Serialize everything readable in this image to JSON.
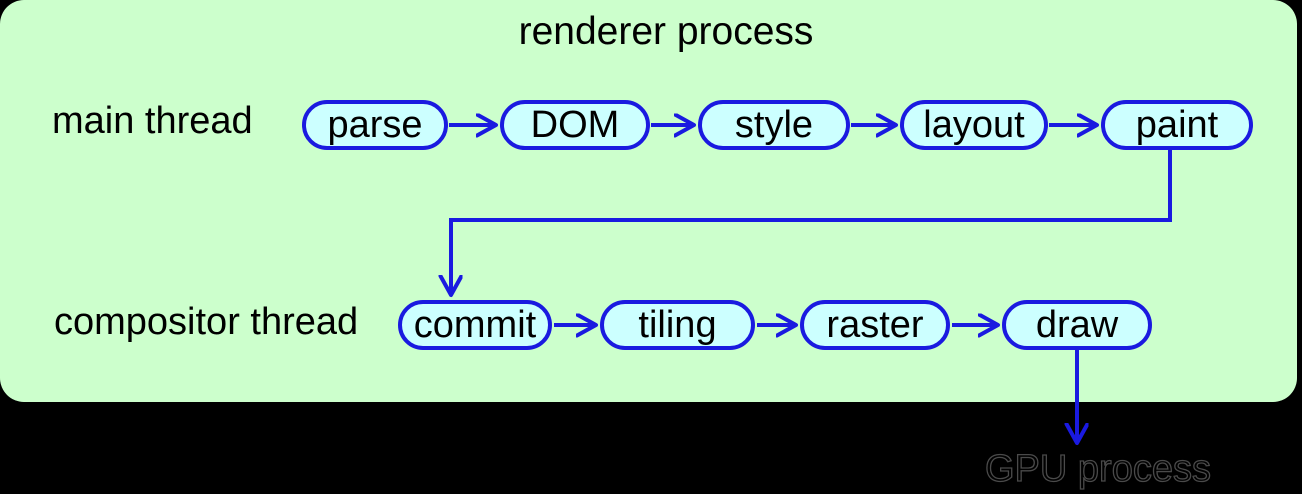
{
  "title": "renderer process",
  "threads": {
    "main": {
      "label": "main thread",
      "nodes": [
        "parse",
        "DOM",
        "style",
        "layout",
        "paint"
      ]
    },
    "compositor": {
      "label": "compositor thread",
      "nodes": [
        "commit",
        "tiling",
        "raster",
        "draw"
      ]
    }
  },
  "external": {
    "gpu_label": "GPU process"
  },
  "colors": {
    "canvas_background": "#000000",
    "panel_background": "#ccffcc",
    "node_fill": "#ccffff",
    "stroke_blue": "#1a1ae0",
    "text": "#000000",
    "gpu_label_outline": "#4a4a4a"
  }
}
